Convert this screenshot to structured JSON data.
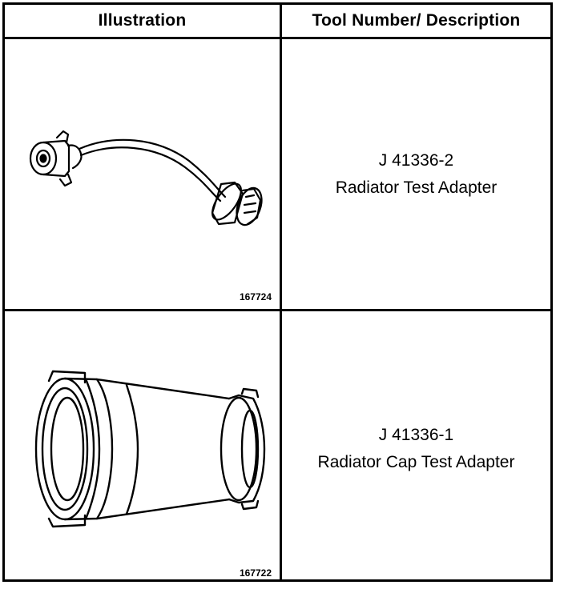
{
  "table": {
    "headers": {
      "illustration": "Illustration",
      "description": "Tool Number/ Description"
    },
    "rows": [
      {
        "tool_number": "J 41336-2",
        "description": "Radiator Test Adapter",
        "figure_number": "167724",
        "illustration_icon": "radiator-test-adapter-icon"
      },
      {
        "tool_number": "J 41336-1",
        "description": "Radiator Cap Test Adapter",
        "figure_number": "167722",
        "illustration_icon": "radiator-cap-test-adapter-icon"
      }
    ]
  }
}
